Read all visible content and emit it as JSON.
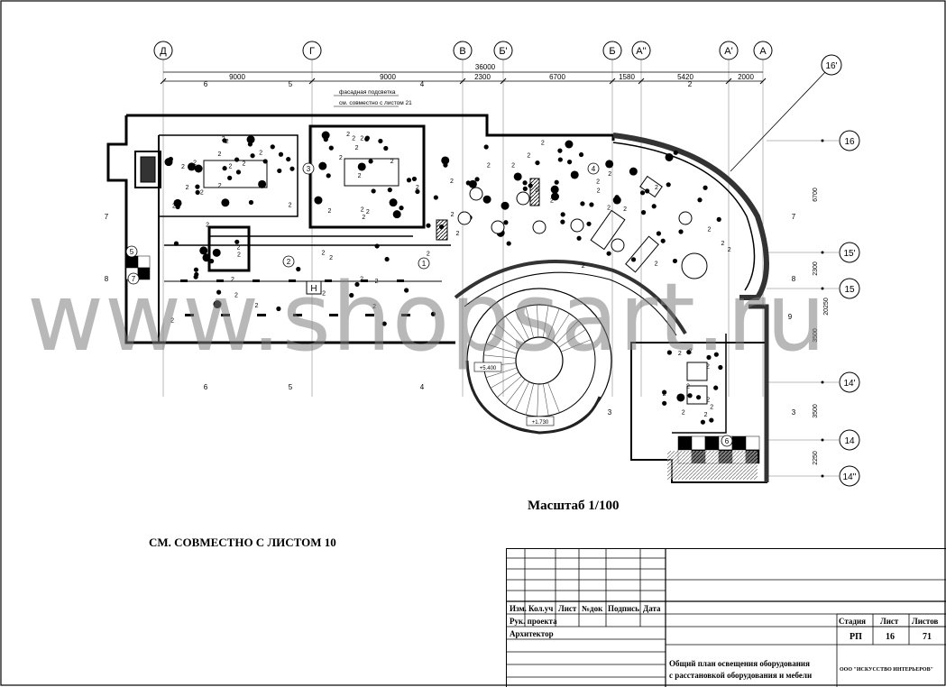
{
  "axes_top": [
    "Д",
    "Г",
    "В",
    "Б'",
    "Б",
    "А''",
    "А'",
    "А"
  ],
  "axes_right": [
    "16'",
    "16",
    "15'",
    "15",
    "14'",
    "14",
    "14''"
  ],
  "dim_total": "36000",
  "dims_top": [
    "9000",
    "9000",
    "2300",
    "6700",
    "1580",
    "5420",
    "2000"
  ],
  "dims_right": [
    "6700",
    "2300",
    "20250",
    "3500",
    "3500",
    "2250"
  ],
  "ref_marks": [
    "6",
    "5",
    "4",
    "2",
    "7",
    "8",
    "9",
    "3"
  ],
  "room_numbers": [
    "1",
    "2",
    "3",
    "4",
    "5",
    "6",
    "7"
  ],
  "lamp_type": "2",
  "callout": {
    "line1": "фасадная подсветка",
    "line2": "см. совместно с листом 21"
  },
  "levels": [
    "+5.400",
    "+1.730"
  ],
  "stair_mark": "Н",
  "scale_label": "Масштаб 1/100",
  "note": "СМ. СОВМЕСТНО С ЛИСТОМ 10",
  "watermark": "www.shopsart.ru",
  "title_block": {
    "col_headers": [
      "Изм.",
      "Кол.уч",
      "Лист",
      "№док",
      "Подпись",
      "Дата"
    ],
    "roles": [
      "Рук. проекта",
      "Архитектор"
    ],
    "stage_label": "Стадия",
    "sheet_label": "Лист",
    "sheets_label": "Листов",
    "stage": "РП",
    "sheet": "16",
    "sheets": "71",
    "title_line1": "Общий план освещения оборудования",
    "title_line2": "с расстановкой оборудования и мебели",
    "company": "ООО \"ИСКУССТВО ИНТЕРЬЕРОВ\""
  }
}
